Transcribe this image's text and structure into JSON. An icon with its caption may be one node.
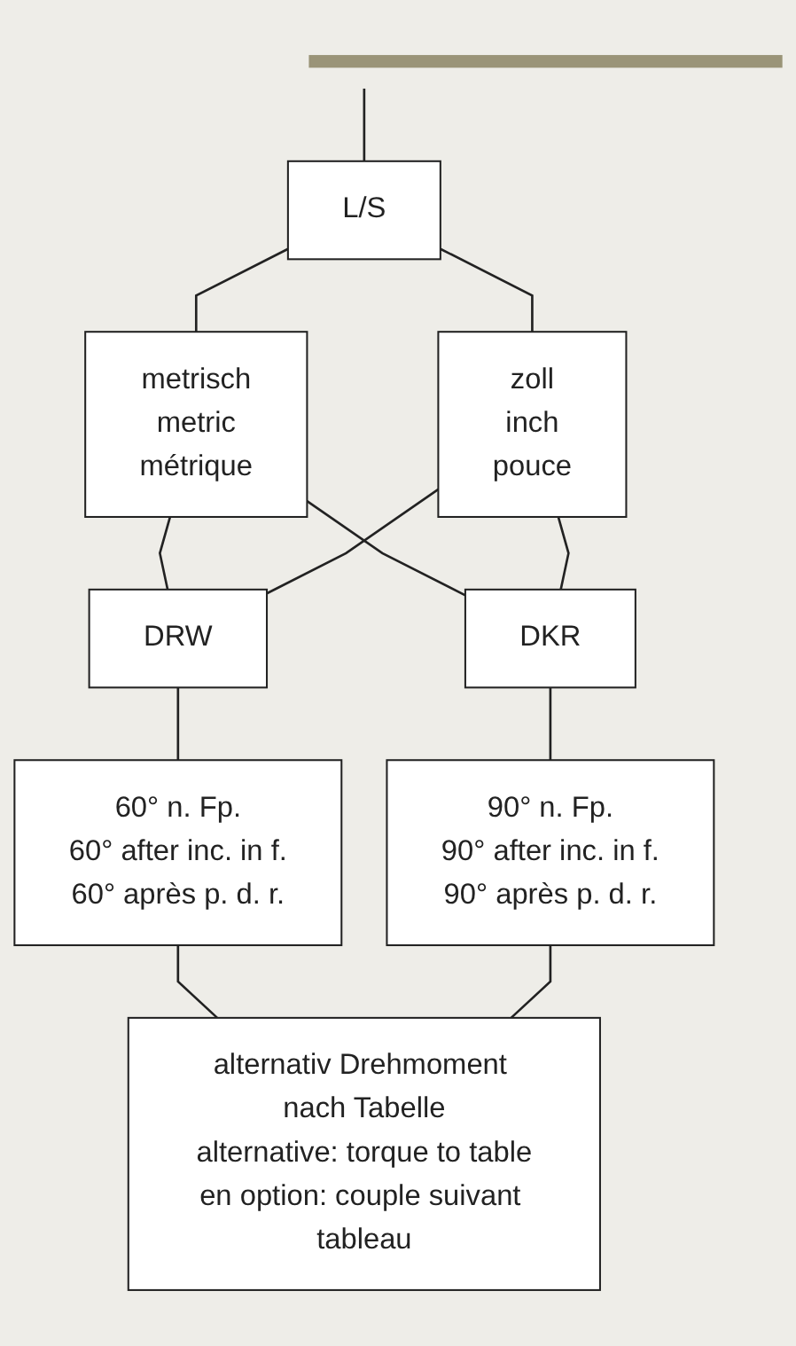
{
  "diagram": {
    "nodes": [
      {
        "text": [],
        "shape": "bar"
      },
      {
        "text": [
          "L/S"
        ]
      },
      {
        "text": [
          "metrisch",
          "metric",
          "métrique"
        ]
      },
      {
        "text": [
          "zoll",
          "inch",
          "pouce"
        ]
      },
      {
        "text": [
          "DRW"
        ]
      },
      {
        "text": [
          "DKR"
        ]
      },
      {
        "text": [
          "60° n. Fp.",
          "60° after inc. in f.",
          "60° après p. d. r."
        ]
      },
      {
        "text": [
          "90° n. Fp.",
          "90° after inc. in f.",
          "90° après p. d. r."
        ]
      },
      {
        "text": [
          "alternativ Drehmoment nach Tabelle",
          "alternative: torque to table",
          "en option: couple suivant tableau"
        ]
      }
    ],
    "edges": [
      {
        "from": 0,
        "to": 1,
        "arrow": "none"
      },
      {
        "from": 1,
        "to": 2,
        "arrow": "none"
      },
      {
        "from": 1,
        "to": 3,
        "arrow": "none"
      },
      {
        "from": 2,
        "to": 4,
        "arrow": "none"
      },
      {
        "from": 2,
        "to": 5,
        "arrow": "none"
      },
      {
        "from": 3,
        "to": 4,
        "arrow": "none"
      },
      {
        "from": 3,
        "to": 5,
        "arrow": "none"
      },
      {
        "from": 4,
        "to": 6,
        "arrow": "none"
      },
      {
        "from": 5,
        "to": 7,
        "arrow": "none"
      },
      {
        "from": 6,
        "to": 8,
        "arrow": "none"
      },
      {
        "from": 7,
        "to": 8,
        "arrow": "none"
      }
    ]
  }
}
